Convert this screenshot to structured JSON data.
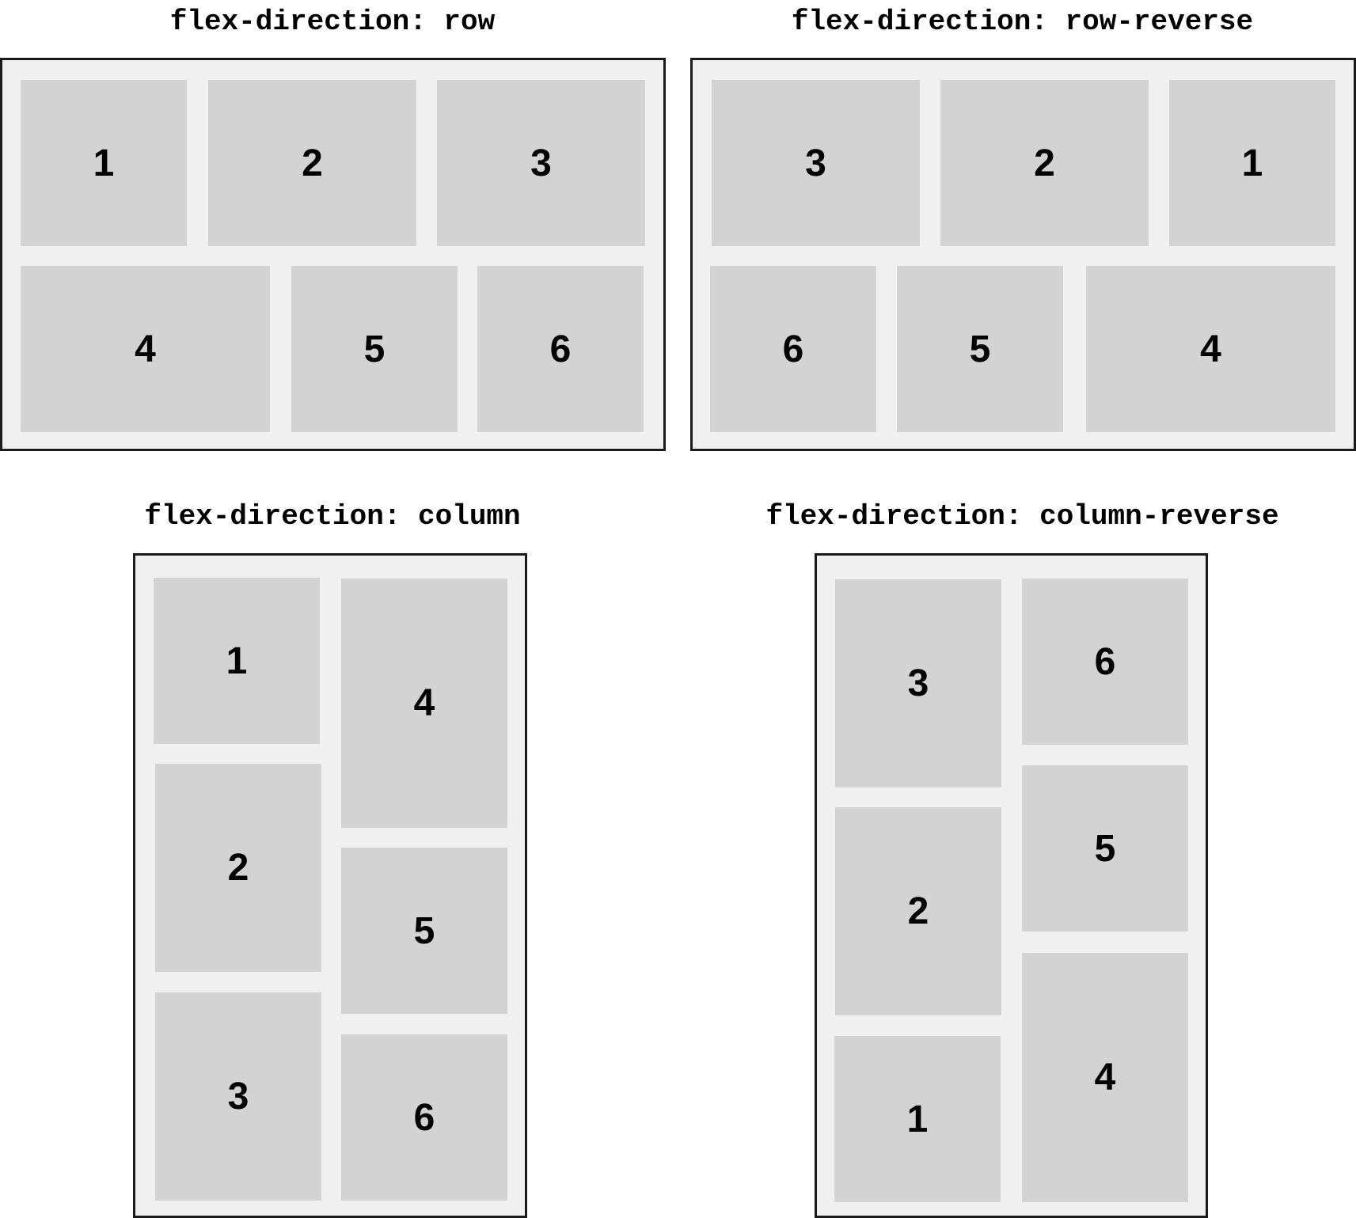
{
  "diagram": {
    "panels": [
      {
        "id": "row",
        "title": "flex-direction: row",
        "items": [
          "1",
          "2",
          "3",
          "4",
          "5",
          "6"
        ]
      },
      {
        "id": "row-reverse",
        "title": "flex-direction: row-reverse",
        "items": [
          "3",
          "2",
          "1",
          "6",
          "5",
          "4"
        ]
      },
      {
        "id": "column",
        "title": "flex-direction: column",
        "items": [
          "1",
          "2",
          "3",
          "4",
          "5",
          "6"
        ]
      },
      {
        "id": "column-reverse",
        "title": "flex-direction: column-reverse",
        "items": [
          "3",
          "2",
          "1",
          "6",
          "5",
          "4"
        ]
      }
    ]
  }
}
